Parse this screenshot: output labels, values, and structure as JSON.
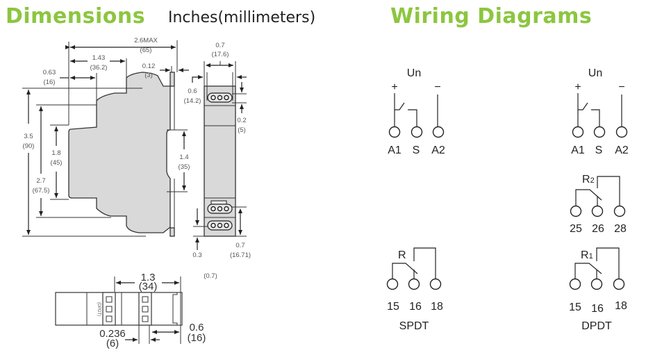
{
  "headings": {
    "dimensions": "Dimensions",
    "units": "Inches(millimeters)",
    "wiring": "Wiring Diagrams"
  },
  "colors": {
    "accent": "#8cc63f",
    "body_fill": "#d9d9d9",
    "line": "#222222"
  },
  "side_view": {
    "overall_width": [
      "2.6MAX",
      "(65)"
    ],
    "step_width": [
      "1.43",
      "(36.2)"
    ],
    "front_width": [
      "0.63",
      "(16)"
    ],
    "rail_clip": [
      "0.12",
      "(3)"
    ],
    "overall_height": [
      "3.5",
      "(90)"
    ],
    "mid_height": [
      "2.7",
      "(67.5)"
    ],
    "front_height": [
      "1.8",
      "(45)"
    ],
    "rail_height": [
      "1.4",
      "(35)"
    ]
  },
  "front_view": {
    "width": [
      "0.7",
      "(17.6)"
    ],
    "top_offset": [
      "0.6",
      "(14.2)"
    ],
    "terminal_pitch": [
      "0.2",
      "(5)"
    ],
    "bottom_block": [
      "0.7",
      "(16.71)"
    ],
    "bottom_offset": "0.3",
    "extra_note": "(0.7)"
  },
  "top_view": {
    "span": [
      "1.3",
      "(34)"
    ],
    "terminal_offset": [
      "0.236",
      "(6)"
    ],
    "end_width": [
      "0.6",
      "(16)"
    ],
    "side_label": "(DPDT)"
  },
  "wiring": {
    "supply": {
      "label": "Un",
      "plus": "+",
      "minus": "−",
      "terminals": [
        "A1",
        "S",
        "A2"
      ]
    },
    "spdt": {
      "relay_label": "R",
      "terminals": [
        "15",
        "16",
        "18"
      ],
      "type": "SPDT"
    },
    "dpdt": {
      "relay2_label": "R",
      "relay2_sub": "2",
      "relay2_terminals": [
        "25",
        "26",
        "28"
      ],
      "relay1_label": "R",
      "relay1_sub": "1",
      "relay1_terminals": [
        "15",
        "16",
        "18"
      ],
      "type": "DPDT"
    }
  }
}
